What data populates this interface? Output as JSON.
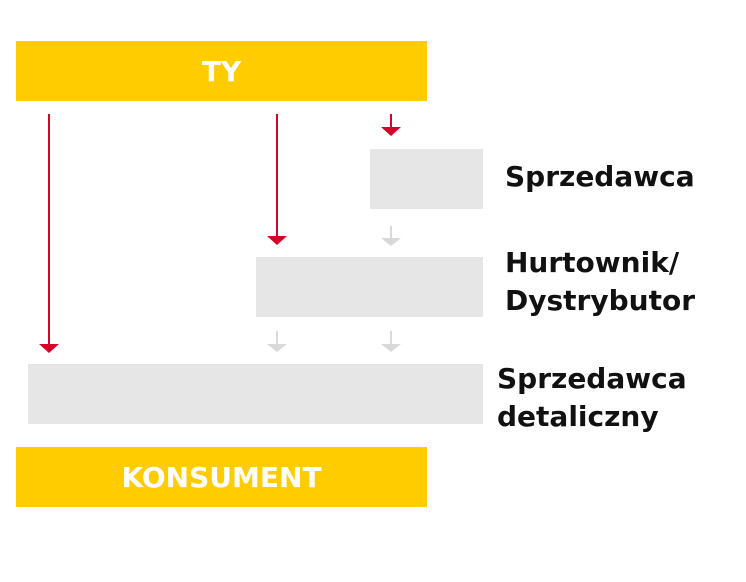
{
  "colors": {
    "yellow": "#FFCC00",
    "box": "#E6E6E6",
    "red_arrow": "#D6002B",
    "gray_arrow": "#D9D9D9"
  },
  "top_bar": {
    "label": "TY"
  },
  "bottom_bar": {
    "label": "KONSUMENT"
  },
  "levels": {
    "seller": {
      "line1": "Sprzedawca"
    },
    "wholesaler": {
      "line1": "Hurtownik/",
      "line2": "Dystrybutor"
    },
    "retailer": {
      "line1": "Sprzedawca",
      "line2": "detaliczny"
    }
  }
}
